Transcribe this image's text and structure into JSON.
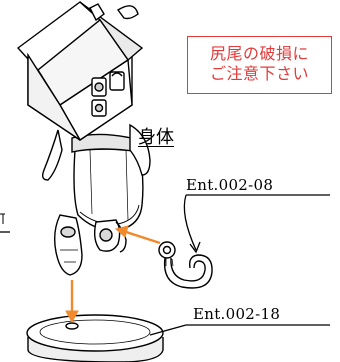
{
  "notice": {
    "line1": "尻尾の破損に",
    "line2": "ご注意下さい"
  },
  "labels": {
    "body": "身体",
    "tail_part": "Ent.002-08",
    "base_part": "Ent.002-18"
  },
  "colors": {
    "warning": "#e23b3b",
    "arrow": "#f08a2c",
    "line": "#000000",
    "fill": "#ffffff",
    "shade": "#d9d9d9"
  }
}
